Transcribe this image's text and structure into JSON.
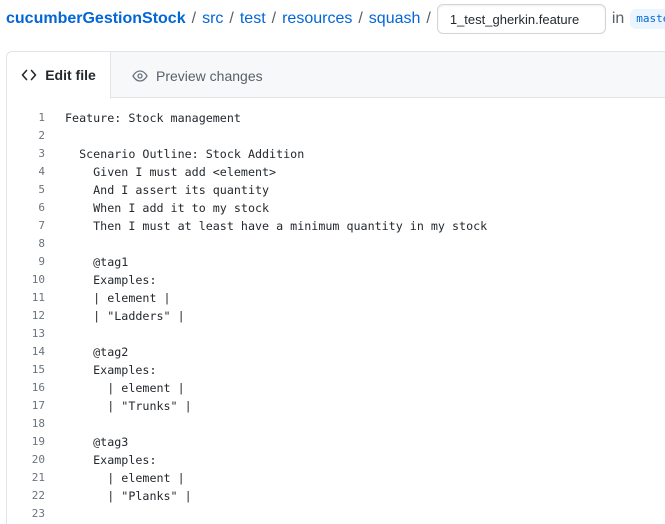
{
  "breadcrumb": {
    "repo": "cucumberGestionStock",
    "segments": [
      "src",
      "test",
      "resources",
      "squash"
    ],
    "separator": "/"
  },
  "filename": {
    "value": "1_test_gherkin.feature"
  },
  "branch": {
    "in_label": "in",
    "name": "master"
  },
  "tabs": {
    "edit": {
      "label": "Edit file",
      "icon": "code-icon"
    },
    "preview": {
      "label": "Preview changes",
      "icon": "eye-icon"
    }
  },
  "code_lines": [
    {
      "n": "1",
      "text": "Feature: Stock management"
    },
    {
      "n": "2",
      "text": ""
    },
    {
      "n": "3",
      "text": "  Scenario Outline: Stock Addition"
    },
    {
      "n": "4",
      "text": "    Given I must add <element>"
    },
    {
      "n": "5",
      "text": "    And I assert its quantity"
    },
    {
      "n": "6",
      "text": "    When I add it to my stock"
    },
    {
      "n": "7",
      "text": "    Then I must at least have a minimum quantity in my stock"
    },
    {
      "n": "8",
      "text": ""
    },
    {
      "n": "9",
      "text": "    @tag1"
    },
    {
      "n": "10",
      "text": "    Examples:"
    },
    {
      "n": "11",
      "text": "    | element |"
    },
    {
      "n": "12",
      "text": "    | \"Ladders\" |"
    },
    {
      "n": "13",
      "text": ""
    },
    {
      "n": "14",
      "text": "    @tag2"
    },
    {
      "n": "15",
      "text": "    Examples:"
    },
    {
      "n": "16",
      "text": "      | element |"
    },
    {
      "n": "17",
      "text": "      | \"Trunks\" |"
    },
    {
      "n": "18",
      "text": ""
    },
    {
      "n": "19",
      "text": "    @tag3"
    },
    {
      "n": "20",
      "text": "    Examples:"
    },
    {
      "n": "21",
      "text": "      | element |"
    },
    {
      "n": "22",
      "text": "      | \"Planks\" |"
    },
    {
      "n": "23",
      "text": ""
    }
  ],
  "colors": {
    "link": "#0366d6",
    "muted": "#586069",
    "branch_bg": "#eaf5ff",
    "border": "#e1e4e8",
    "tab_bg": "#f6f8fa"
  }
}
